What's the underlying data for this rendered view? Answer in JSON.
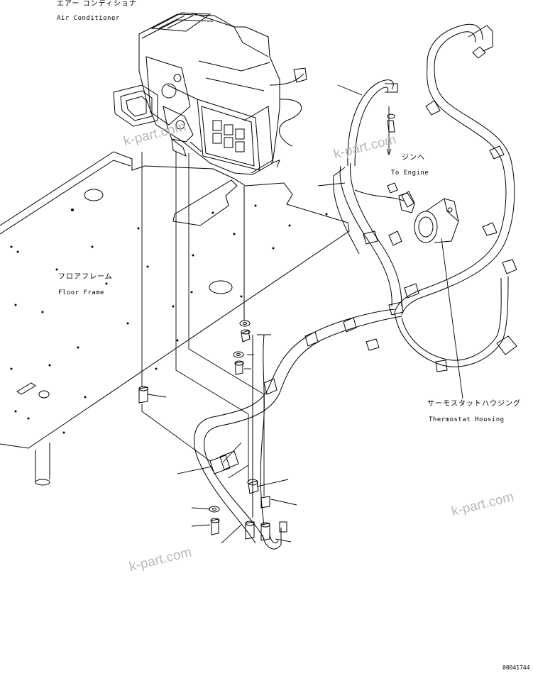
{
  "labels": {
    "air_conditioner_jp": "エアー コンディショナ",
    "air_conditioner_en": "Air Conditioner",
    "to_engine_jp": "ジンへ",
    "to_engine_en": "To Engine",
    "floor_frame_jp": "フロアフレーム",
    "floor_frame_en": "Floor Frame",
    "thermostat_housing_jp": "サーモスタットハウジング",
    "thermostat_housing_en": "Thermostat Housing"
  },
  "watermark": "k-part.com",
  "document_number": "00041744",
  "colors": {
    "line": "#000000",
    "watermark": "#b9b9b9",
    "background": "#ffffff"
  }
}
